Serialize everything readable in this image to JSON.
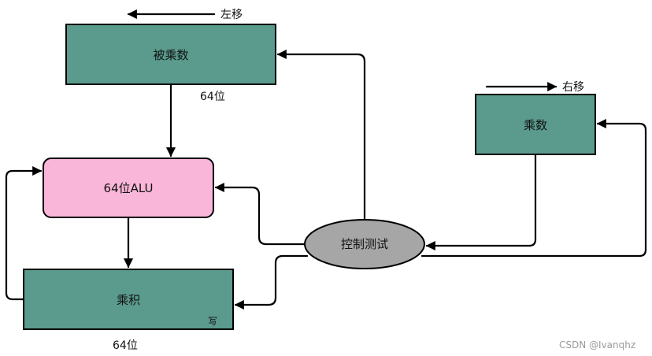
{
  "diagram": {
    "multiplicand": {
      "label": "被乘数",
      "bits": "64位",
      "shift_label": "左移"
    },
    "alu": {
      "label": "64位ALU"
    },
    "product": {
      "label": "乘积",
      "bits": "64位",
      "write_label": "写"
    },
    "multiplier": {
      "label": "乘数",
      "shift_label": "右移"
    },
    "control": {
      "label": "控制测试"
    }
  },
  "watermark": "CSDN @Ivanqhz",
  "colors": {
    "register_fill": "#5a9b8d",
    "alu_fill": "#f9b6d9",
    "control_fill": "#a6a6a6",
    "stroke": "#000000"
  }
}
